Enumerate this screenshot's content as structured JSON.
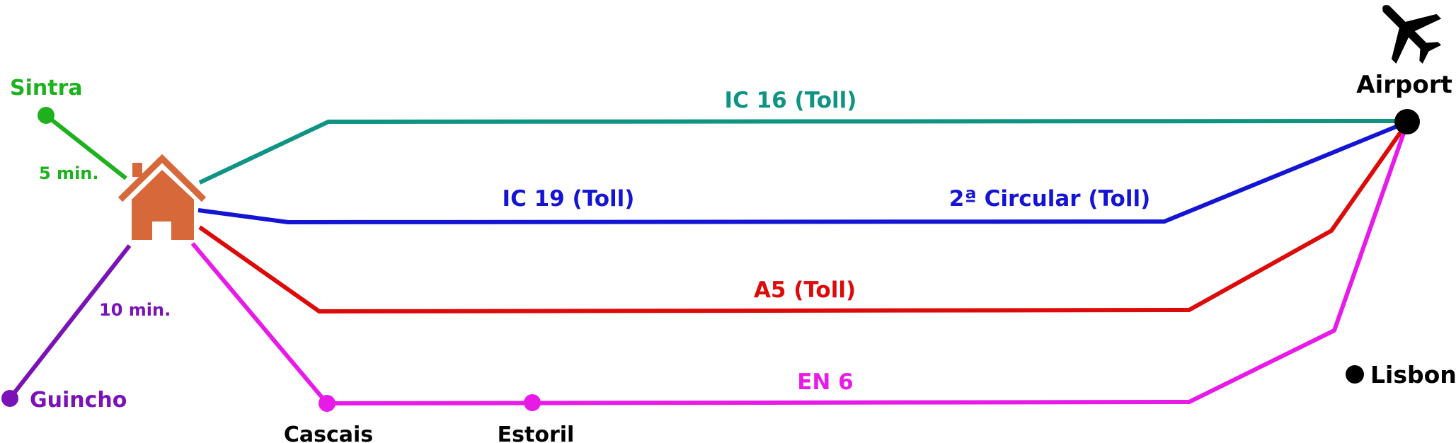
{
  "places": {
    "sintra": "Sintra",
    "guincho": "Guincho",
    "cascais": "Cascais",
    "estoril": "Estoril",
    "airport": "Airport",
    "lisbon": "Lisbon"
  },
  "times": {
    "sintra": "5 min.",
    "guincho": "10 min."
  },
  "routes": {
    "ic16": "IC 16 (Toll)",
    "ic19": "IC 19 (Toll)",
    "circular": "2ª Circular (Toll)",
    "a5": "A5 (Toll)",
    "en6": "EN 6"
  },
  "colors": {
    "sintra": "#1db11d",
    "guincho": "#7a12b8",
    "ic16": "#0f9484",
    "ic19": "#1414d4",
    "a5": "#dd0a0a",
    "en6": "#e81ae8",
    "house": "#d6683a",
    "black": "#000000"
  },
  "icons": {
    "home": "house-icon",
    "airport": "airplane-icon"
  }
}
